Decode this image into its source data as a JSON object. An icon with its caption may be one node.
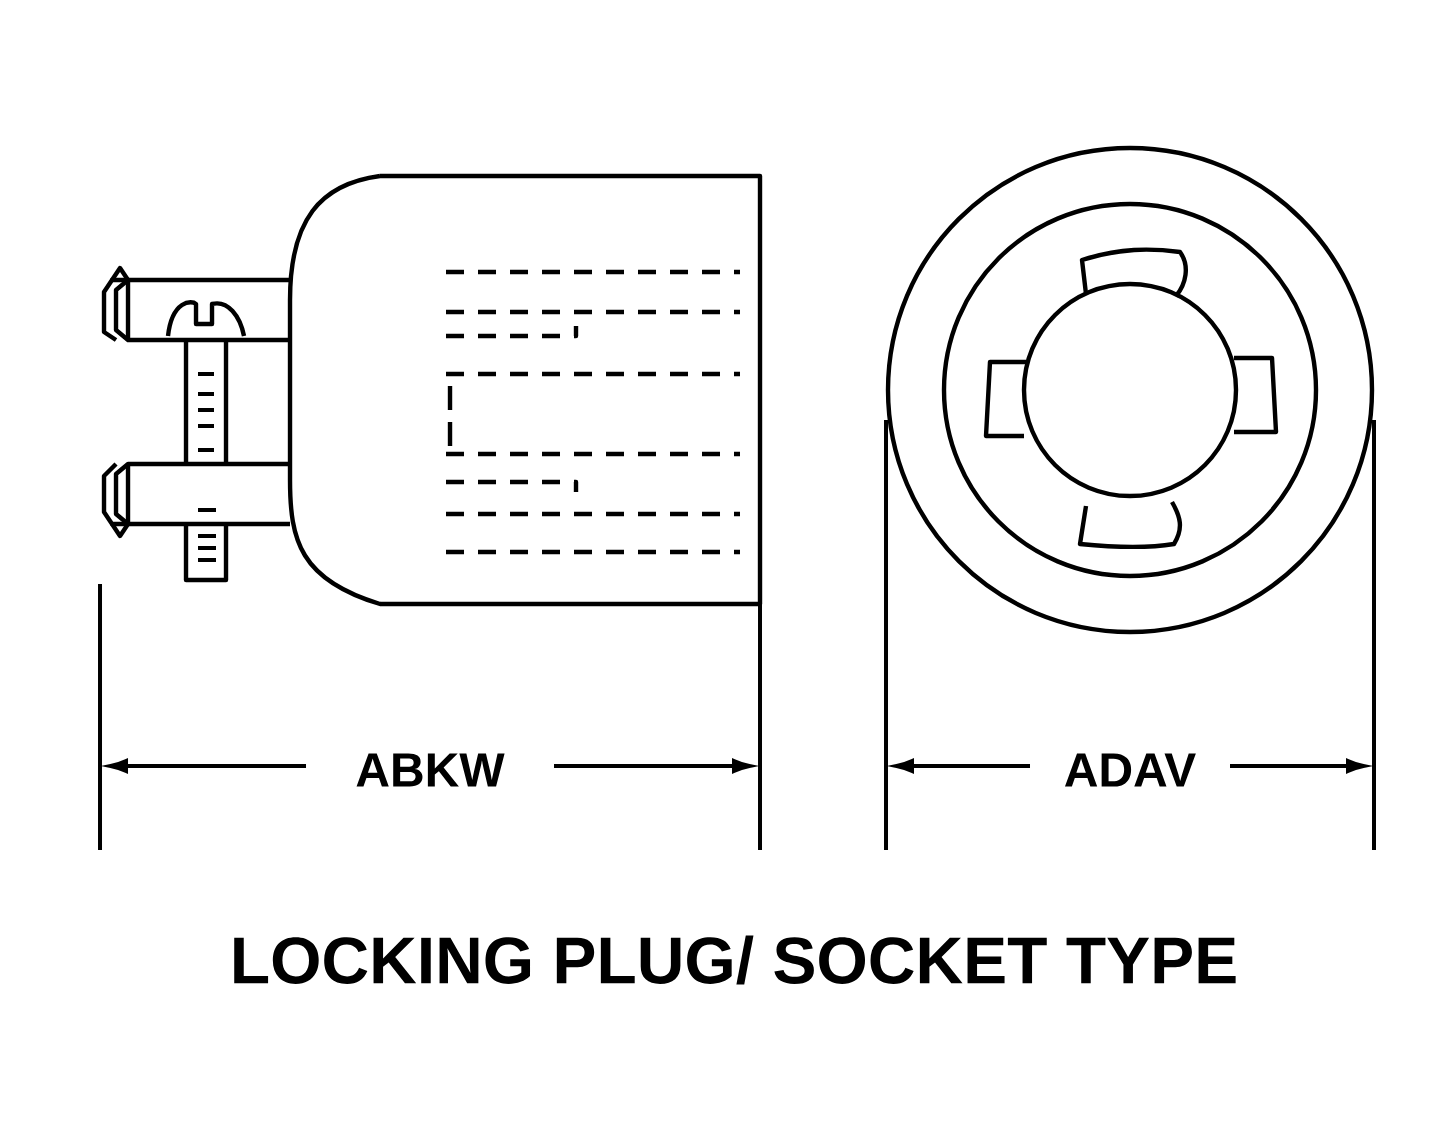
{
  "diagram": {
    "caption": "LOCKING PLUG/ SOCKET TYPE",
    "labels": [
      "ABKW",
      "ADAV"
    ]
  }
}
